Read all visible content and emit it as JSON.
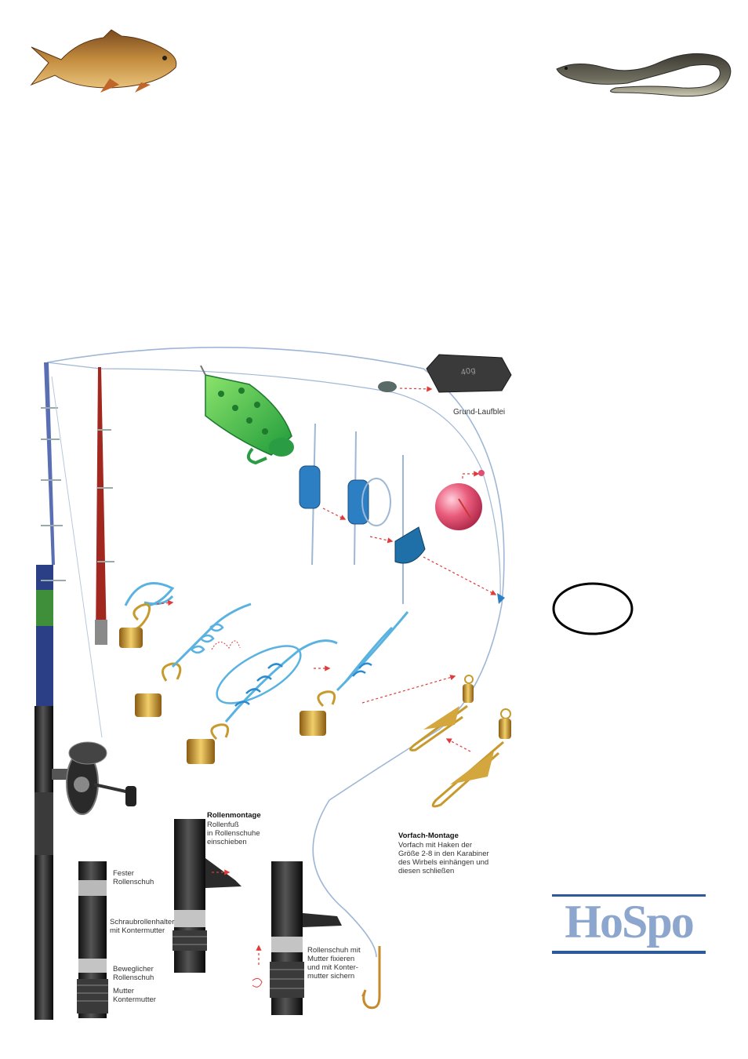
{
  "labels": {
    "grund_laufblei": "Grund-Laufblei",
    "rollenmontage_title": "Rollenmontage",
    "rollenmontage_text": "Rollenfuß\nin Rollenschuhe\neinschieben",
    "vorfach_title": "Vorfach-Montage",
    "vorfach_text": "Vorfach mit Haken der\nGröße 2-8 in den Karabiner\ndes Wirbels einhängen und\ndiesen schließen",
    "fester_rollenschuh": "Fester\nRollenschuh",
    "schraubrollenhalter": "Schraubrollenhalter\nmit Kontermutter",
    "beweglicher_rollenschuh": "Beweglicher\nRollenschuh",
    "mutter_kontermutter": "Mutter\nKontermutter",
    "rollenschuh_fixieren": "Rollenschuh mit\nMutter fixieren\nund mit Konter-\nmutter sichern"
  },
  "sinker_engraving": "40g",
  "logo": {
    "text": "HoSpo",
    "color": "#8da6cd",
    "bar_color": "#2d5a9b"
  },
  "colors": {
    "line": "#9fb7d6",
    "rod_blue": "#2b3f86",
    "rod_red": "#a2281f",
    "feeder_green": "#3fbf45",
    "float_pink": "#e24e6e",
    "knot_blue": "#59b2e0",
    "brass": "#c79a2e",
    "arrow_red": "#e03a3a"
  }
}
